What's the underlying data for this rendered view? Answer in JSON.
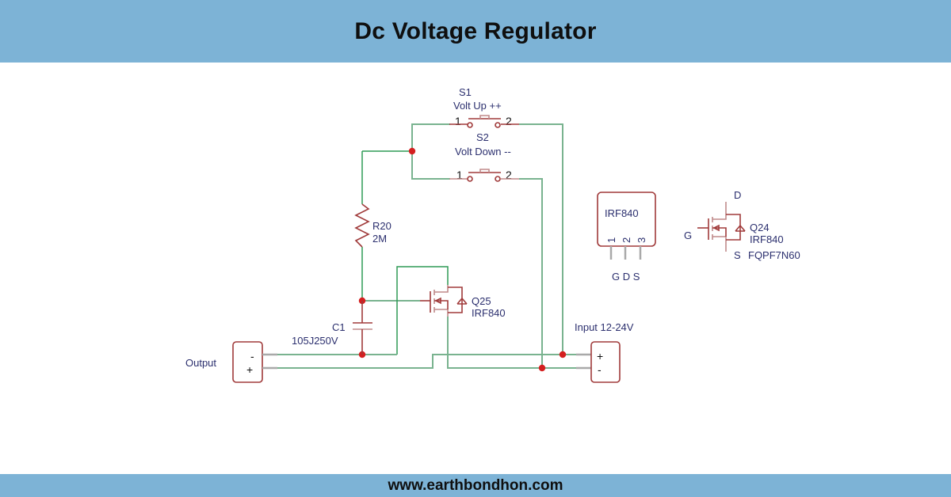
{
  "header": {
    "title": "Dc Voltage Regulator"
  },
  "footer": {
    "website": "www.earthbondhon.com"
  },
  "colors": {
    "banner": "#7db3d6",
    "wire": "#79b38f",
    "component": "#a03a3a",
    "label": "#2b2f6e",
    "node": "#d42020"
  },
  "components": {
    "s1": {
      "ref": "S1",
      "desc": "Volt Up ++",
      "pin1": "1",
      "pin2": "2"
    },
    "s2": {
      "ref": "S2",
      "desc": "Volt Down --",
      "pin1": "1",
      "pin2": "2"
    },
    "r20": {
      "ref": "R20",
      "value": "2M"
    },
    "c1": {
      "ref": "C1",
      "value": "105J250V"
    },
    "q25": {
      "ref": "Q25",
      "part": "IRF840"
    },
    "q24": {
      "ref": "Q24",
      "part": "IRF840",
      "alt": "FQPF7N60",
      "gate": "G",
      "drain": "D",
      "source": "S"
    },
    "package": {
      "part": "IRF840",
      "pins": [
        "1",
        "2",
        "3"
      ],
      "pin_names": "G D S"
    },
    "output": {
      "label": "Output",
      "minus": "-",
      "plus": "+"
    },
    "input": {
      "label": "Input 12-24V",
      "plus": "+",
      "minus": "-"
    }
  }
}
